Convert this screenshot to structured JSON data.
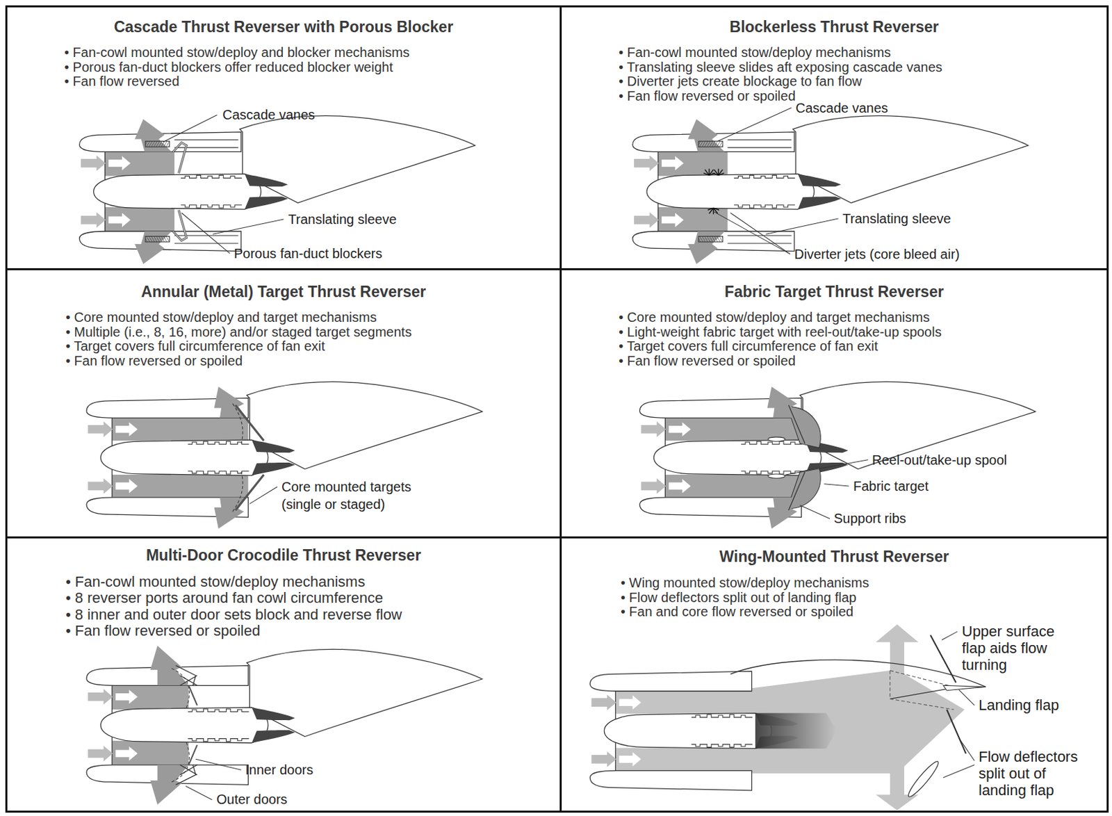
{
  "diagram": {
    "nodes": [
      {
        "text": [
          "Cascade Thrust Reverser with Porous Blocker",
          "• Fan-cowl mounted stow/deploy and blocker mechanisms",
          "• Porous fan-duct blockers offer reduced blocker weight",
          "• Fan flow reversed"
        ]
      },
      {
        "text": [
          "Blockerless Thrust Reverser",
          "• Fan-cowl mounted stow/deploy mechanisms",
          "• Translating sleeve slides aft exposing cascade vanes",
          "• Diverter jets create blockage to fan flow",
          "• Fan flow reversed or spoiled"
        ]
      },
      {
        "text": [
          "Annular (Metal) Target Thrust Reverser",
          "• Core mounted stow/deploy and target mechanisms",
          "• Multiple (i.e., 8, 16, more) and/or staged target segments",
          "• Target covers full circumference of fan exit",
          "• Fan flow reversed or spoiled"
        ]
      },
      {
        "text": [
          "Fabric Target Thrust Reverser",
          "• Core mounted stow/deploy and target mechanisms",
          "• Light-weight fabric target with reel-out/take-up spools",
          "• Target covers full circumference of fan exit",
          "• Fan flow reversed or spoiled"
        ]
      },
      {
        "text": [
          "Multi-Door Crocodile Thrust Reverser",
          "• Fan-cowl mounted stow/deploy mechanisms",
          "• 8 reverser ports around fan cowl circumference",
          "• 8 inner and outer door sets block and reverse flow",
          "• Fan flow reversed or spoiled"
        ]
      },
      {
        "text": [
          "Wing-Mounted Thrust Reverser",
          "• Wing mounted stow/deploy mechanisms",
          "• Flow deflectors split out of landing flap",
          "• Fan and core flow reversed or spoiled"
        ]
      }
    ],
    "labels": [
      "Cascade vanes",
      "Translating sleeve",
      "Porous fan-duct blockers",
      "Cascade vanes",
      "Translating sleeve",
      "Diverter jets (core bleed air)",
      "Core mounted targets (single or staged)",
      "Reel-out/take-up spool",
      "Fabric target",
      "Support ribs",
      "Inner doors",
      "Outer doors",
      "Upper surface flap aids flow turning",
      "Landing flap",
      "Flow deflectors split out of landing flap"
    ]
  }
}
